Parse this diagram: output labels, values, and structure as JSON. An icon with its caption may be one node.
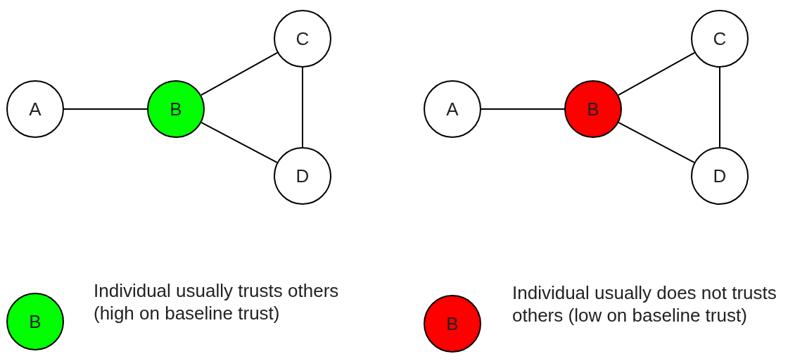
{
  "diagram": {
    "nodes": [
      {
        "text": [
          "A"
        ]
      },
      {
        "text": [
          "B"
        ]
      },
      {
        "text": [
          "C"
        ]
      },
      {
        "text": [
          "D"
        ]
      },
      {
        "text": [
          "A"
        ]
      },
      {
        "text": [
          "B"
        ]
      },
      {
        "text": [
          "C"
        ]
      },
      {
        "text": [
          "D"
        ]
      },
      {
        "text": [
          "B"
        ],
        "beside": [
          "Individual usually trusts others (high on baseline trust)"
        ]
      },
      {
        "text": [
          "B"
        ],
        "beside": [
          "Individual usually does not trusts others (low on baseline trust)"
        ]
      }
    ],
    "edges": [
      {
        "from": 0,
        "to": 1,
        "arrow": "none"
      },
      {
        "from": 1,
        "to": 2,
        "arrow": "none"
      },
      {
        "from": 1,
        "to": 3,
        "arrow": "none"
      },
      {
        "from": 2,
        "to": 3,
        "arrow": "none"
      },
      {
        "from": 4,
        "to": 5,
        "arrow": "none"
      },
      {
        "from": 5,
        "to": 6,
        "arrow": "none"
      },
      {
        "from": 5,
        "to": 7,
        "arrow": "none"
      },
      {
        "from": 6,
        "to": 7,
        "arrow": "none"
      }
    ]
  }
}
